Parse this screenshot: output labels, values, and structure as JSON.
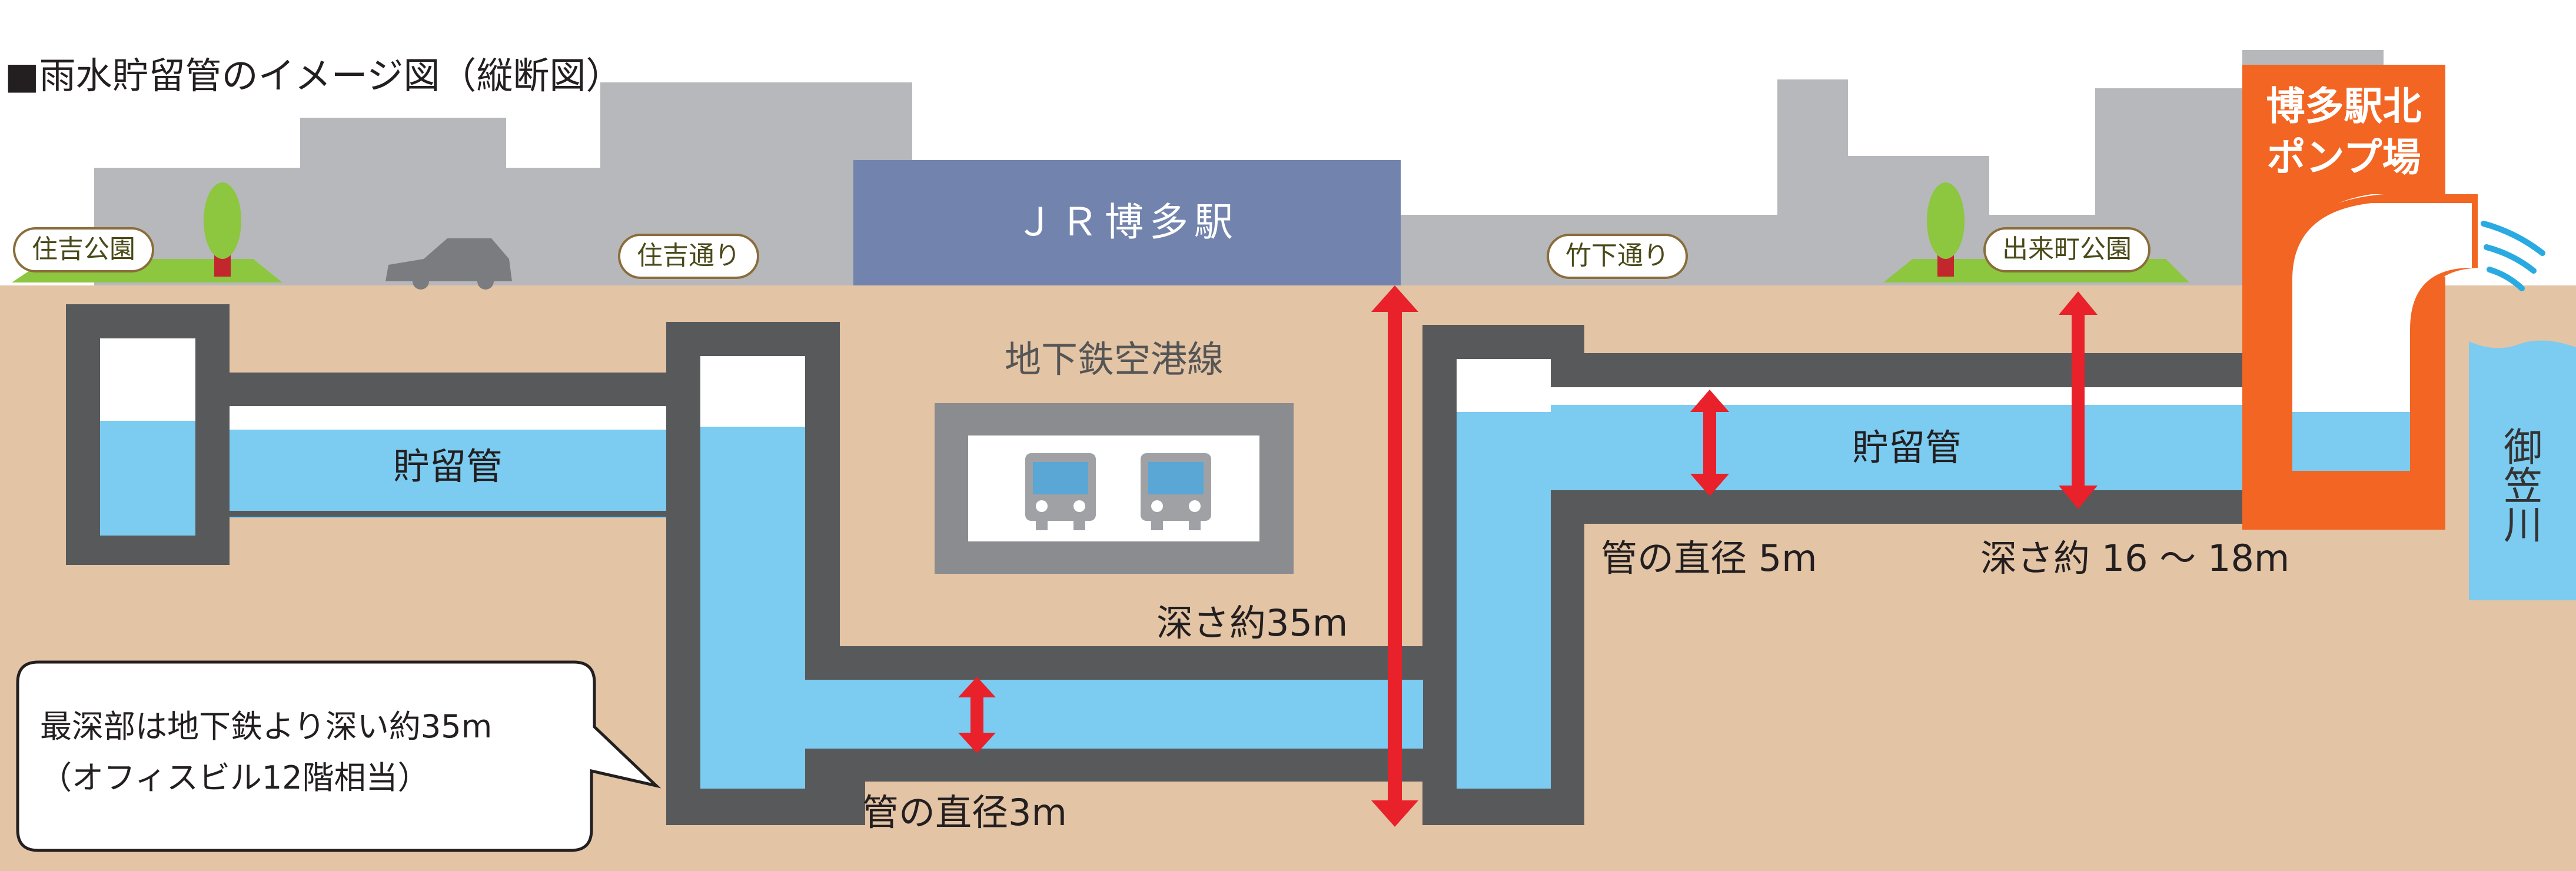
{
  "title": "■雨水貯留管のイメージ図（縦断図）",
  "labels": {
    "sumiyoshi_park": "住吉公園",
    "sumiyoshi_dori": "住吉通り",
    "jr_hakata": "ＪＲ博多駅",
    "takeshita_dori": "竹下通り",
    "demachi_park": "出来町公園",
    "pump_station_line1": "博多駅北",
    "pump_station_line2": "ポンプ場",
    "subway_line": "地下鉄空港線",
    "storage_pipe_left": "貯留管",
    "storage_pipe_right": "貯留管",
    "depth_35": "深さ約35m",
    "diameter_3": "管の直径3m",
    "diameter_5": "管の直径 5m",
    "depth_16_18": "深さ約 16 ～ 18m",
    "mikasa_river": "御笠川",
    "callout_line1": "最深部は地下鉄より深い約35m",
    "callout_line2": "（オフィスビル12階相当）"
  },
  "colors": {
    "ground": "#e3c4a5",
    "buildings": "#b7b8bb",
    "pipe_wall": "#58595b",
    "water": "#7ccbf0",
    "station": "#7284ad",
    "pump": "#f26522",
    "arrow": "#e8212a",
    "grass": "#8dc63f"
  }
}
